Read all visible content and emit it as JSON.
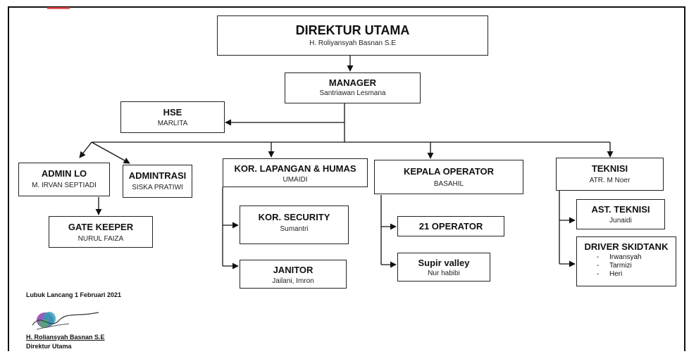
{
  "chart": {
    "direktur": {
      "title": "DIREKTUR UTAMA",
      "name": "H. Roliyansyah Basnan S.E"
    },
    "manager": {
      "title": "MANAGER",
      "name": "Santriawan Lesmana"
    },
    "hse": {
      "title": "HSE",
      "name": "MARLITA"
    },
    "admin_lo": {
      "title": "ADMIN LO",
      "name": "M. IRVAN SEPTIADI"
    },
    "admintrasi": {
      "title": "ADMINTRASI",
      "name": "SISKA PRATIWI"
    },
    "gate_keeper": {
      "title": "GATE KEEPER",
      "name": "NURUL FAIZA"
    },
    "kor_lapangan": {
      "title": "KOR. LAPANGAN & HUMAS",
      "name": "UMAIDI"
    },
    "kor_security": {
      "title": "KOR. SECURITY",
      "name": "Sumantri"
    },
    "janitor": {
      "title": "JANITOR",
      "name": "Jailani, Imron"
    },
    "kepala_operator": {
      "title": "KEPALA OPERATOR",
      "name": "BASAHIL"
    },
    "operator21": {
      "title": "21 OPERATOR"
    },
    "supir_valley": {
      "title": "Supir valley",
      "name": "Nur habibi"
    },
    "teknisi": {
      "title": "TEKNISI",
      "name": "ATR. M Noer"
    },
    "ast_teknisi": {
      "title": "AST. TEKNISI",
      "name": "Junaidi"
    },
    "driver_skidtank": {
      "title": "DRIVER SKIDTANK",
      "names": [
        "Irwansyah",
        "Tarmizi",
        "Heri"
      ]
    }
  },
  "signature": {
    "place_date": "Lubuk Lancang 1 Februari 2021",
    "signer_name": "H. Roliansyah Basnan S.E",
    "signer_title": "Direktur Utama"
  }
}
